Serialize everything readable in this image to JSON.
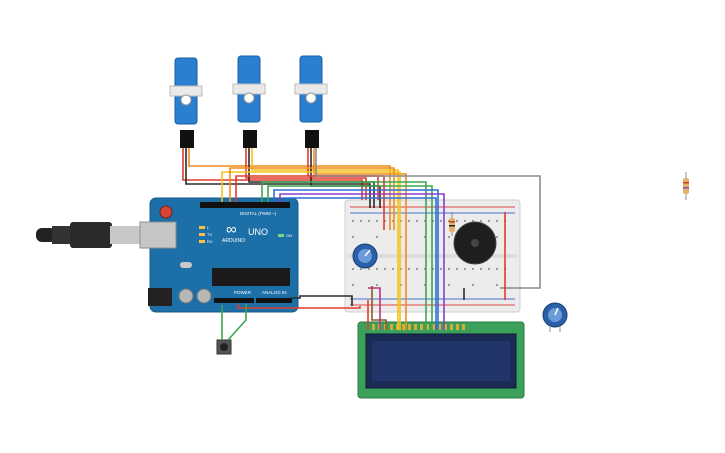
{
  "canvas": {
    "background": "#ffffff"
  },
  "arduino": {
    "brand": "ARDUINO",
    "model": "UNO",
    "header_digital": "DIGITAL (PWM ~)",
    "header_power": "POWER",
    "header_analog": "ANALOG IN",
    "led_labels": [
      "L",
      "TX",
      "RX"
    ],
    "on_label": "ON",
    "board_color": "#1d6fa8"
  },
  "components": {
    "servos": [
      {
        "id": "servo-1"
      },
      {
        "id": "servo-2"
      },
      {
        "id": "servo-3"
      }
    ],
    "breadboard": {
      "id": "breadboard-mini"
    },
    "lcd": {
      "id": "lcd-16x2",
      "bezel_color": "#3aa05a",
      "screen_color": "#1c2b55"
    },
    "buzzer": {
      "id": "piezo-buzzer"
    },
    "potentiometers": [
      {
        "id": "pot-breadboard"
      },
      {
        "id": "pot-loose"
      }
    ],
    "pushbutton": {
      "id": "pushbutton"
    },
    "resistors": [
      {
        "id": "resistor-breadboard"
      },
      {
        "id": "resistor-loose"
      }
    ],
    "usb_cable": {
      "id": "usb-cable"
    }
  },
  "wire_colors": {
    "red": "#e23b2e",
    "black": "#2b2b2b",
    "orange": "#f08c1e",
    "yellow": "#f3c21a",
    "green": "#3aa84a",
    "blue": "#2f6fd3",
    "purple": "#8a3fc7",
    "gray": "#8a8a8a",
    "brown": "#8b5a2b",
    "magenta": "#c0307f"
  }
}
